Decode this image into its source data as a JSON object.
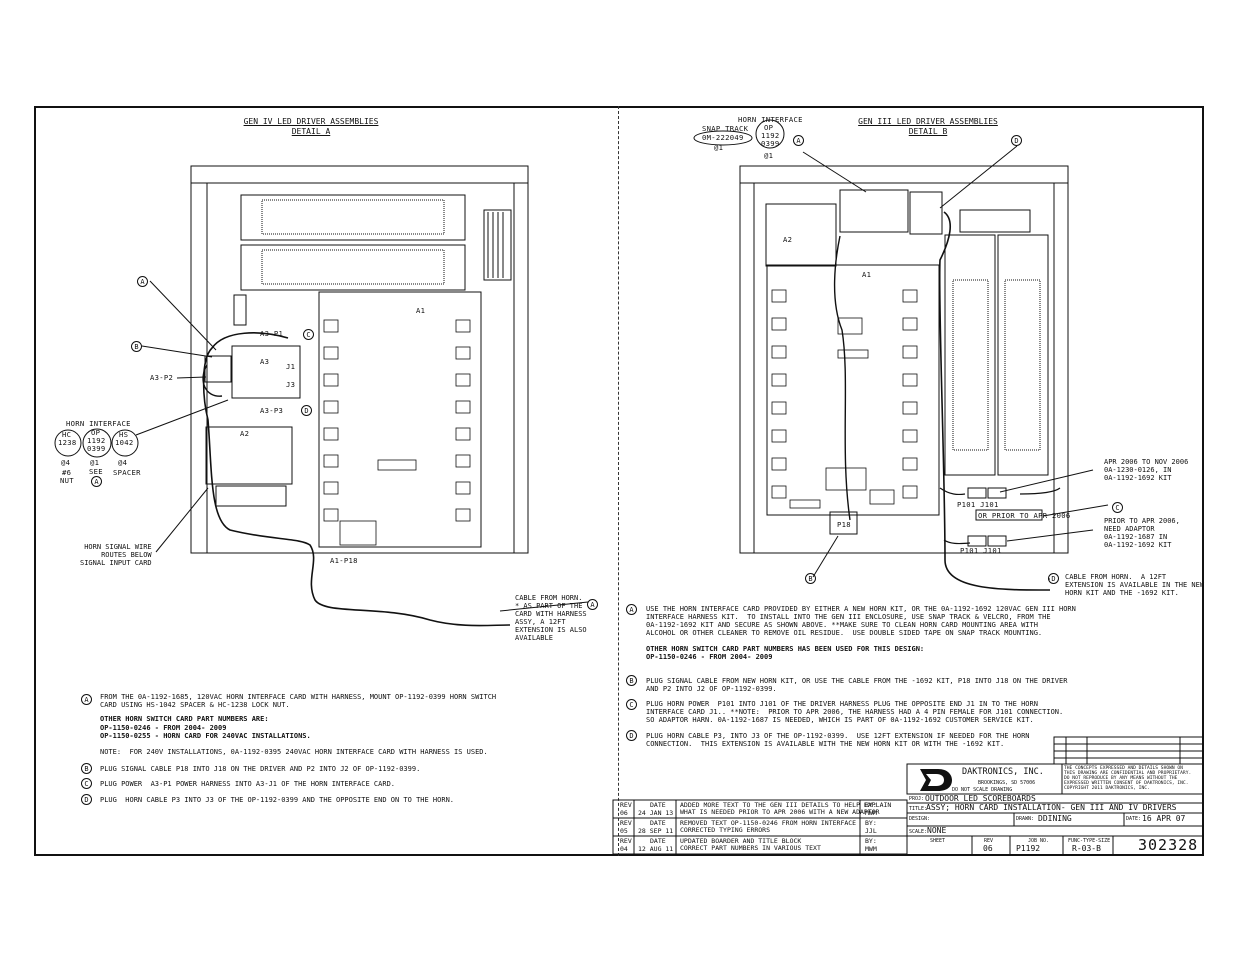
{
  "left": {
    "title1": "GEN IV LED DRIVER ASSEMBLIES",
    "title2": "DETAIL A",
    "labels": {
      "a3p1": "A3-P1",
      "a3p2": "A3-P2",
      "a3p3": "A3-P3",
      "a3": "A3",
      "a2": "A2",
      "a1": "A1",
      "a1p18": "A1-P18",
      "j1": "J1",
      "j3": "J3",
      "horn_interface": "HORN INTERFACE",
      "hc": "HC",
      "hc_num": "1238",
      "op": "OP",
      "op_num1": "1192",
      "op_num2": "0399",
      "hs": "HS",
      "hs_num": "1042",
      "at4a": "@4",
      "at1": "@1",
      "at4b": "@4",
      "nut1": "#6",
      "nut2": "NUT",
      "see": "SEE",
      "spacer": "SPACER",
      "signal_wire": "HORN SIGNAL WIRE\nROUTES BELOW\nSIGNAL INPUT CARD",
      "cable_note": "CABLE FROM HORN.\n* AS PART OF THE\nCARD WITH HARNESS\nASSY, A 12FT\nEXTENSION IS ALSO\nAVAILABLE"
    },
    "notes": {
      "a_text": "FROM THE 0A-1192-1685, 120VAC HORN INTERFACE CARD WITH HARNESS, MOUNT OP-1192-0399 HORN SWITCH\nCARD USING HS-1042 SPACER & HC-1238 LOCK NUT.",
      "other_title": "OTHER HORN SWITCH CARD PART NUMBERS ARE:",
      "other_1": "OP-1150-0246 - FROM 2004- 2009",
      "other_2": "OP-1150-0255 - HORN CARD FOR 240VAC INSTALLATIONS.",
      "note_240": "NOTE:  FOR 240V INSTALLATIONS, 0A-1192-0395 240VAC HORN INTERFACE CARD WITH HARNESS IS USED.",
      "b_text": "PLUG SIGNAL CABLE P18 INTO J18 ON THE DRIVER AND P2 INTO J2 OF OP-1192-0399.",
      "c_text": "PLUG POWER  A3-P1 POWER HARNESS INTO A3-J1 OF THE HORN INTERFACE CARD.",
      "d_text": "PLUG  HORN CABLE P3 INTO J3 OF THE OP-1192-0399 AND THE OPPOSITE END ON TO THE HORN."
    }
  },
  "right": {
    "title1": "GEN III LED DRIVER ASSEMBLIES",
    "title2": "DETAIL B",
    "labels": {
      "horn_interface": "HORN INTERFACE",
      "snap_track": "SNAP TRACK",
      "snap_num": "0M-222049",
      "op": "OP",
      "op_num1": "1192",
      "op_num2": "0399",
      "at1": "@1",
      "a1": "A1",
      "a2": "A2",
      "p18": "P18",
      "p101j101_a": "P101  J101",
      "p101j101_b": "P101 J101",
      "or_prior": "OR PRIOR TO APR 2006",
      "apr_note": "APR 2006 TO NOV 2006\n0A-1230-0126, IN\n0A-1192-1692 KIT",
      "prior_note": "PRIOR TO APR 2006,\nNEED ADAPTOR\n0A-1192-1687 IN\n0A-1192-1692 KIT",
      "cable_note": "CABLE FROM HORN.  A 12FT\nEXTENSION IS AVAILABLE IN THE NEW\nHORN KIT AND THE -1692 KIT."
    },
    "notes": {
      "a_text": "USE THE HORN INTERFACE CARD PROVIDED BY EITHER A NEW HORN KIT, OR THE 0A-1192-1692 120VAC GEN III HORN\nINTERFACE HARNESS KIT.  TO INSTALL INTO THE GEN III ENCLOSURE, USE SNAP TRACK & VELCRO, FROM THE\n0A-1192-1692 KIT AND SECURE AS SHOWN ABOVE. **MAKE SURE TO CLEAN HORN CARD MOUNTING AREA WITH\nALCOHOL OR OTHER CLEANER TO REMOVE OIL RESIDUE.  USE DOUBLE SIDED TAPE ON SNAP TRACK MOUNTING.",
      "other_title": "OTHER HORN SWITCH CARD PART NUMBERS HAS BEEN USED FOR THIS DESIGN:",
      "other_1": "OP-1150-0246 - FROM 2004- 2009",
      "b_text": "PLUG SIGNAL CABLE FROM NEW HORN KIT, OR USE THE CABLE FROM THE -1692 KIT, P18 INTO J18 ON THE DRIVER\nAND P2 INTO J2 OF OP-1192-0399.",
      "c_text": "PLUG HORN POWER  P101 INTO J101 OF THE DRIVER HARNESS PLUG THE OPPOSITE END J1 IN TO THE HORN\nINTERFACE CARD J1.. **NOTE:  PRIOR TO APR 2006, THE HARNESS HAD A 4 PIN FEMALE FOR J101 CONNECTION.\nSO ADAPTOR HARN. 0A-1192-1687 IS NEEDED, WHICH IS PART OF 0A-1192-1692 CUSTOMER SERVICE KIT.",
      "d_text": "PLUG HORN CABLE P3, INTO J3 OF THE OP-1192-0399.  USE 12FT EXTENSION IF NEEDED FOR THE HORN\nCONNECTION.  THIS EXTENSION IS AVAILABLE WITH THE NEW HORN KIT OR WITH THE -1692 KIT."
    }
  },
  "markers": {
    "a": "A",
    "b": "B",
    "c": "C",
    "d": "D"
  },
  "revisions": [
    {
      "rev": "06",
      "date": "24 JAN 13",
      "desc": "ADDED MORE TEXT TO THE GEN III DETAILS TO HELP EXPLAIN\nWHAT IS NEEDED PRIOR TO APR 2006 WITH A NEW ADAPTOR",
      "by": "MWM"
    },
    {
      "rev": "05",
      "date": "28 SEP 11",
      "desc": "REMOVED TEXT OP-1150-0246 FROM HORN INTERFACE\nCORRECTED TYPING ERRORS",
      "by": "JJL"
    },
    {
      "rev": "04",
      "date": "12 AUG 11",
      "desc": "UPDATED BOARDER AND TITLE BLOCK\nCORRECT PART NUMBERS IN VARIOUS TEXT",
      "by": "MWM"
    }
  ],
  "rev_headers": {
    "rev": "REV",
    "date": "DATE",
    "by": "BY:"
  },
  "title_block": {
    "company": "DAKTRONICS, INC.",
    "city": "BROOKINGS, SD  57006",
    "do_not_scale": "DO NOT SCALE DRAWING",
    "confidential": "THE CONCEPTS EXPRESSED AND DETAILS SHOWN ON\nTHIS DRAWING ARE CONFIDENTIAL AND PROPRIETARY.\nDO NOT REPRODUCE BY ANY MEANS WITHOUT THE\nEXPRESSED WRITTEN CONSENT OF DAKTRONICS, INC.\nCOPYRIGHT 2011 DAKTRONICS, INC.",
    "proj_label": "PROJ:",
    "proj": "OUTDOOR LED SCOREBOARDS",
    "title_label": "TITLE:",
    "title": "ASSY; HORN CARD INSTALLATION- GEN III AND IV DRIVERS",
    "design_label": "DESIGN:",
    "drawn_label": "DRAWN:",
    "drawn": "DDINING",
    "date_label": "DATE:",
    "date": "16 APR 07",
    "scale_label": "SCALE:",
    "scale": "NONE",
    "sheet_label": "SHEET",
    "rev_label": "REV",
    "job_label": "JOB NO.",
    "func_label": "FUNC-TYPE-SIZE",
    "rev": "06",
    "job": "P1192",
    "func": "R-03-B",
    "number": "302328"
  }
}
